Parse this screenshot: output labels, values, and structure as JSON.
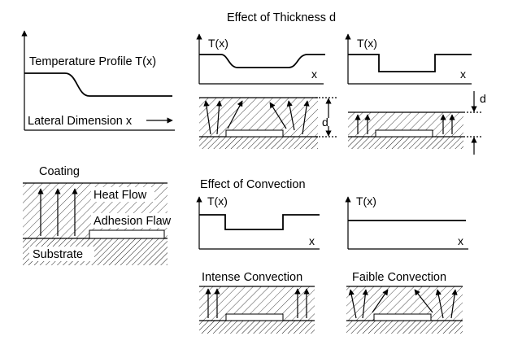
{
  "left_panel": {
    "profile_label": "Temperature Profile T(x)",
    "axis_label": "Lateral Dimension x",
    "coating_label": "Coating",
    "heat_flow_label": "Heat Flow",
    "flaw_label": "Adhesion Flaw",
    "substrate_label": "Substrate"
  },
  "thickness_section": {
    "title": "Effect of Thickness d",
    "thin_plot": {
      "y_label": "T(x)",
      "x_label": "x"
    },
    "thick_plot": {
      "y_label": "T(x)",
      "x_label": "x"
    },
    "thick_dimension": "d",
    "thin_dimension": "d"
  },
  "convection_section": {
    "title": "Effect of Convection",
    "left_plot": {
      "y_label": "T(x)",
      "x_label": "x"
    },
    "right_plot": {
      "y_label": "T(x)",
      "x_label": "x"
    },
    "intense_label": "Intense Convection",
    "faible_label": "Faible Convection"
  }
}
